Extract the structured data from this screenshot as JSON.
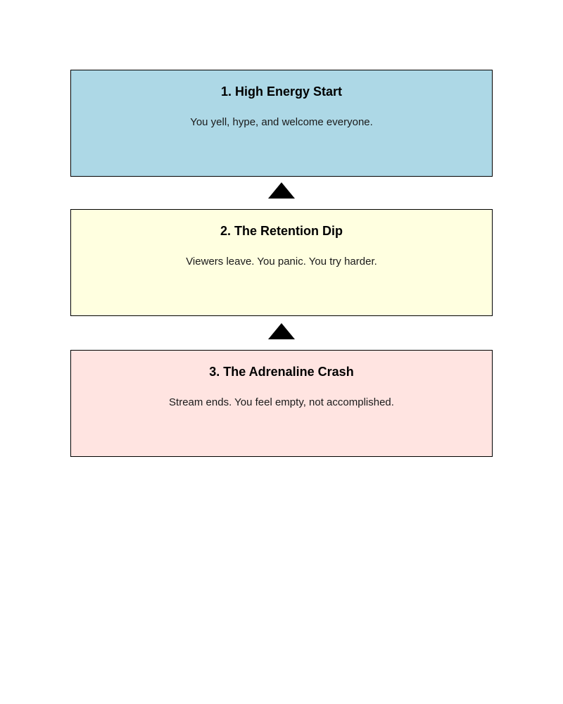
{
  "diagram": {
    "background": "#FFFFFF",
    "border_color": "#000000",
    "title_color": "#000000",
    "description_color": "#1A1A1A",
    "arrow_color": "#000000",
    "arrow_direction": "up",
    "steps": [
      {
        "title": "1. High Energy Start",
        "description": "You yell, hype, and welcome everyone.",
        "bg": "#ADD8E6"
      },
      {
        "title": "2. The Retention Dip",
        "description": "Viewers leave. You panic. You try harder.",
        "bg": "#FFFFE0"
      },
      {
        "title": "3. The Adrenaline Crash",
        "description": "Stream ends. You feel empty, not accomplished.",
        "bg": "#FFE4E1"
      }
    ]
  }
}
